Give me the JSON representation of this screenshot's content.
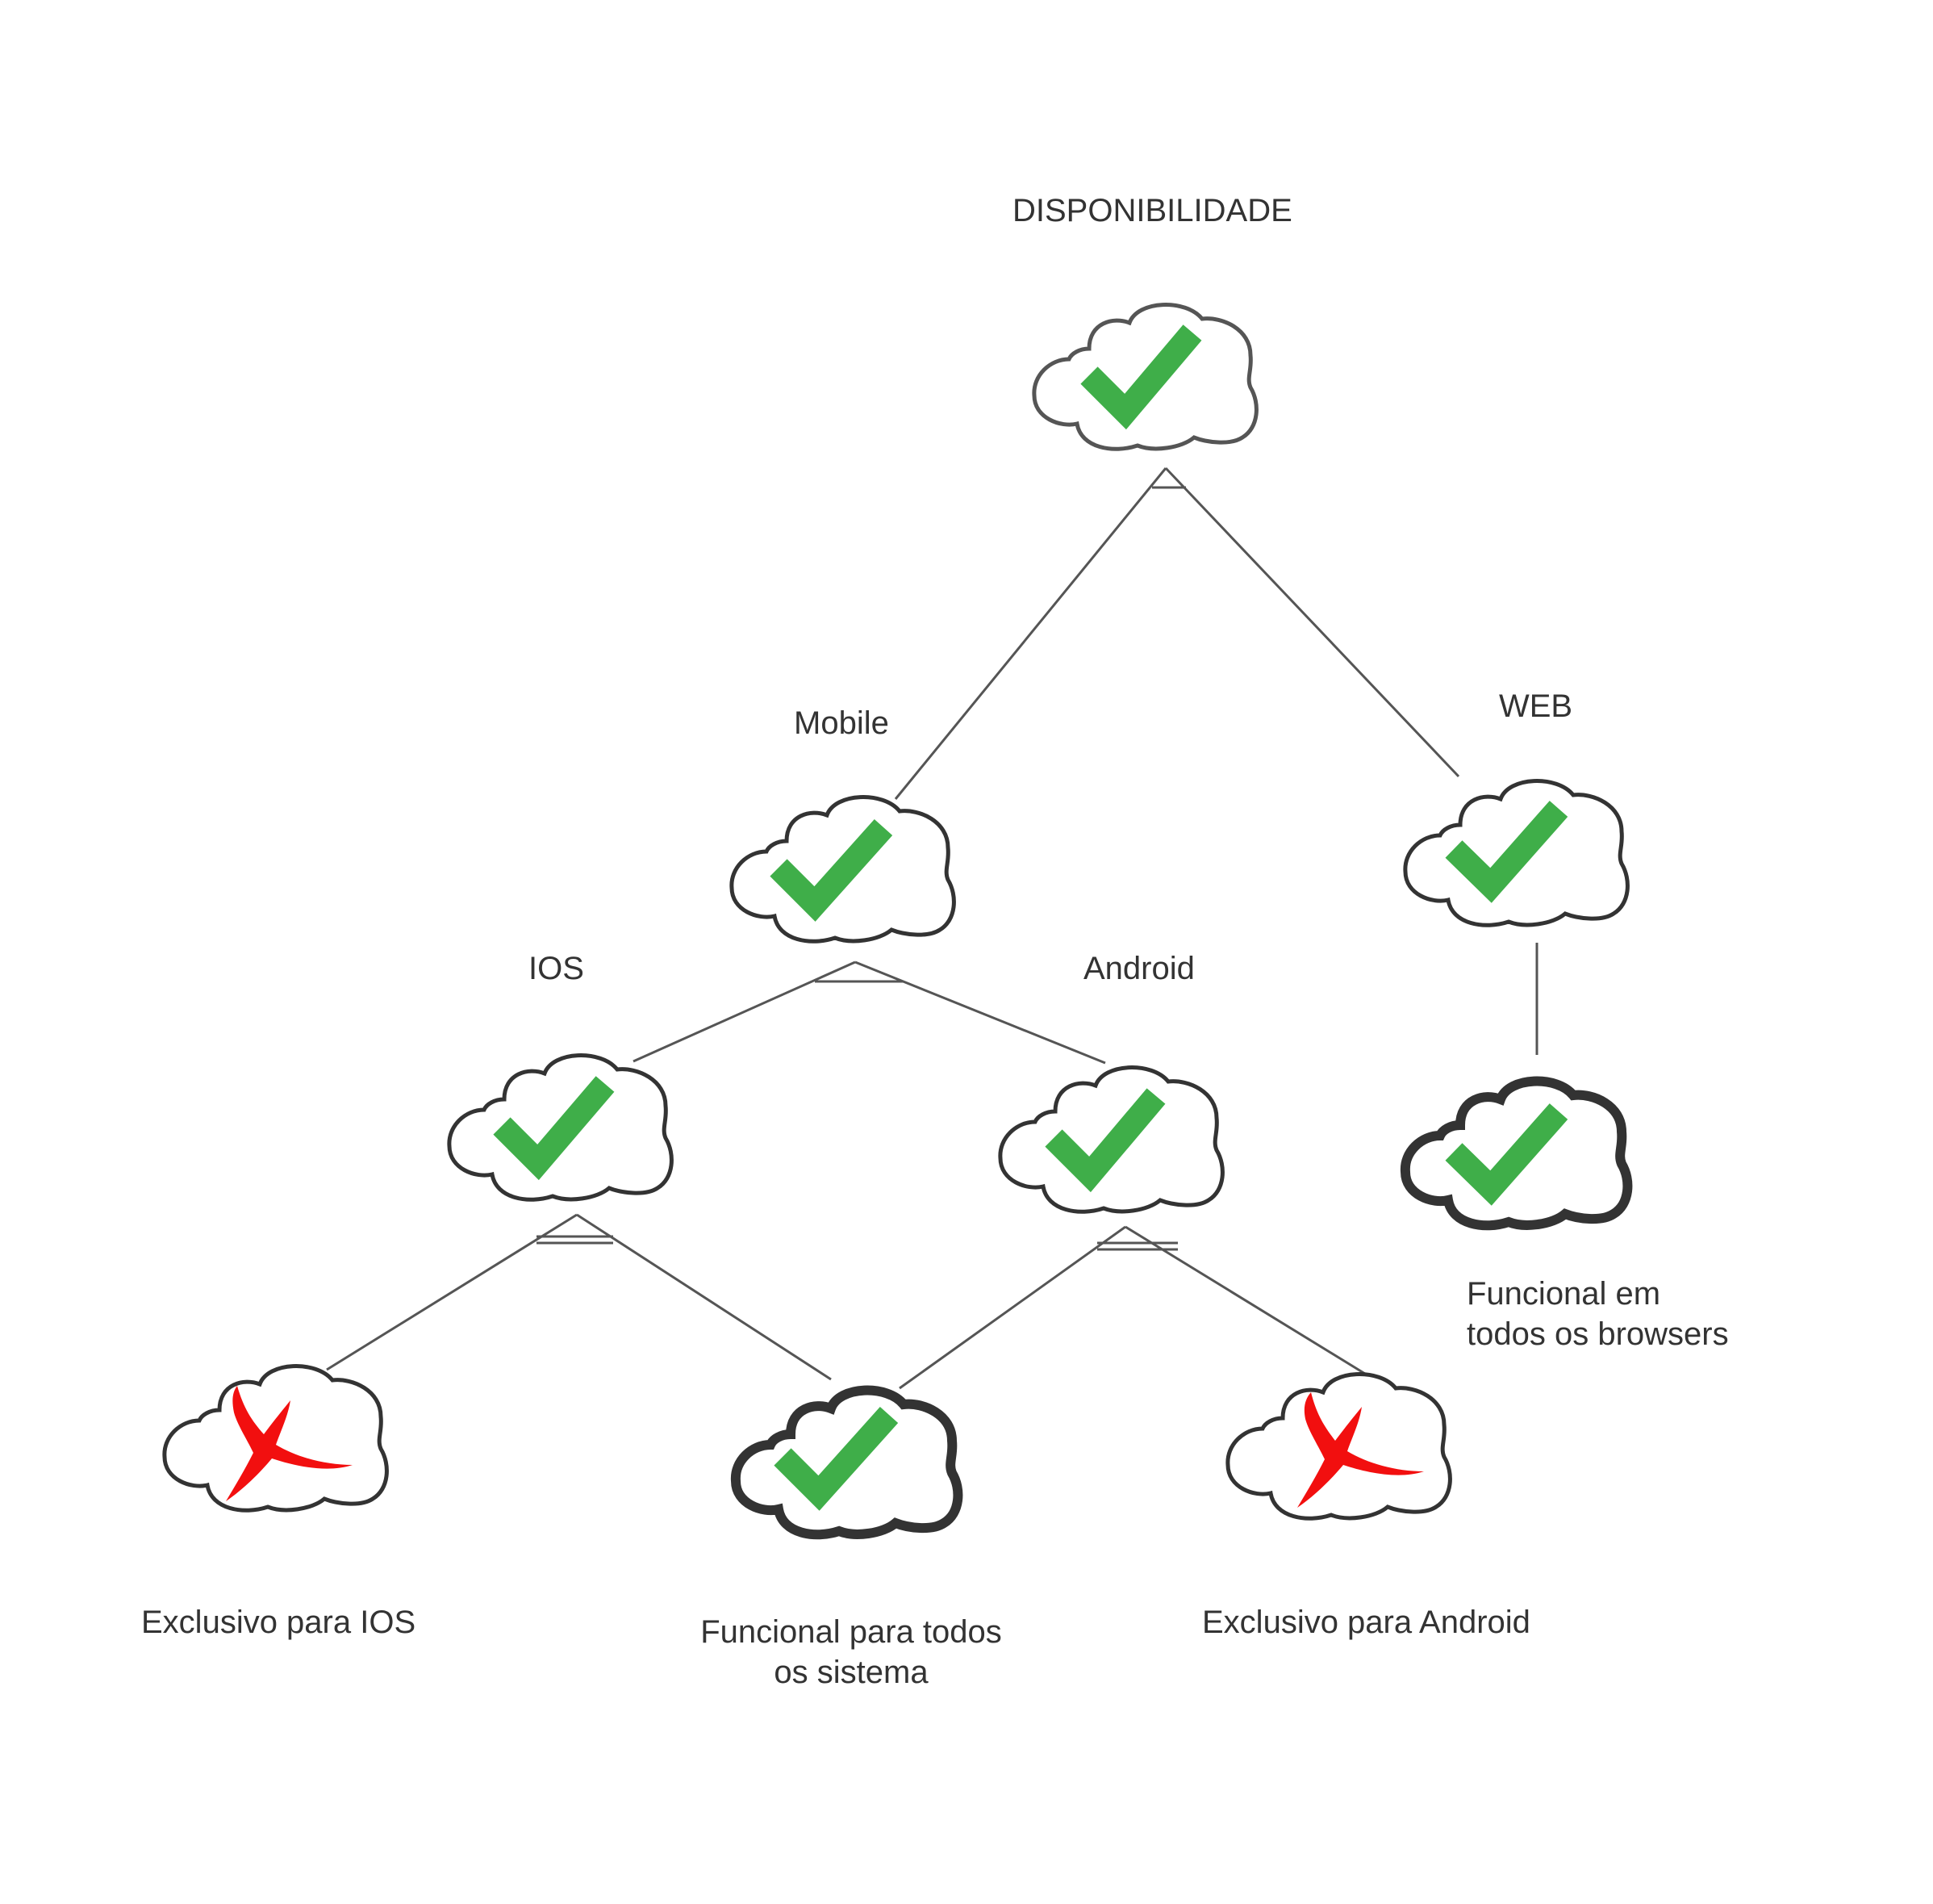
{
  "colors": {
    "check": "#3fae49",
    "cross": "#f20f0f",
    "edge": "#555555",
    "cloud_outline": "#555555",
    "cloud_outline_bold": "#333333",
    "text": "#333333"
  },
  "nodes": {
    "root": {
      "label": "DISPONIBILIDADE",
      "status": "check",
      "outline": "normal"
    },
    "mobile": {
      "label": "Mobile",
      "status": "check",
      "outline": "normal"
    },
    "web": {
      "label": "WEB",
      "status": "check",
      "outline": "normal"
    },
    "ios": {
      "label": "IOS",
      "status": "check",
      "outline": "normal"
    },
    "android": {
      "label": "Android",
      "status": "check",
      "outline": "normal"
    },
    "web_leaf": {
      "label_line1": "Funcional em",
      "label_line2": "todos os browsers",
      "status": "check",
      "outline": "bold"
    },
    "ios_only": {
      "label": "Exclusivo para  IOS",
      "status": "cross",
      "outline": "normal"
    },
    "all_systems": {
      "label_line1": "Funcional para todos",
      "label_line2": "os sistema",
      "status": "check",
      "outline": "bold"
    },
    "android_only": {
      "label": "Exclusivo para  Android",
      "status": "cross",
      "outline": "normal"
    }
  },
  "edges": [
    [
      "root",
      "mobile"
    ],
    [
      "root",
      "web"
    ],
    [
      "mobile",
      "ios"
    ],
    [
      "mobile",
      "android"
    ],
    [
      "web",
      "web_leaf"
    ],
    [
      "ios",
      "ios_only"
    ],
    [
      "ios",
      "all_systems"
    ],
    [
      "android",
      "all_systems"
    ],
    [
      "android",
      "android_only"
    ]
  ]
}
